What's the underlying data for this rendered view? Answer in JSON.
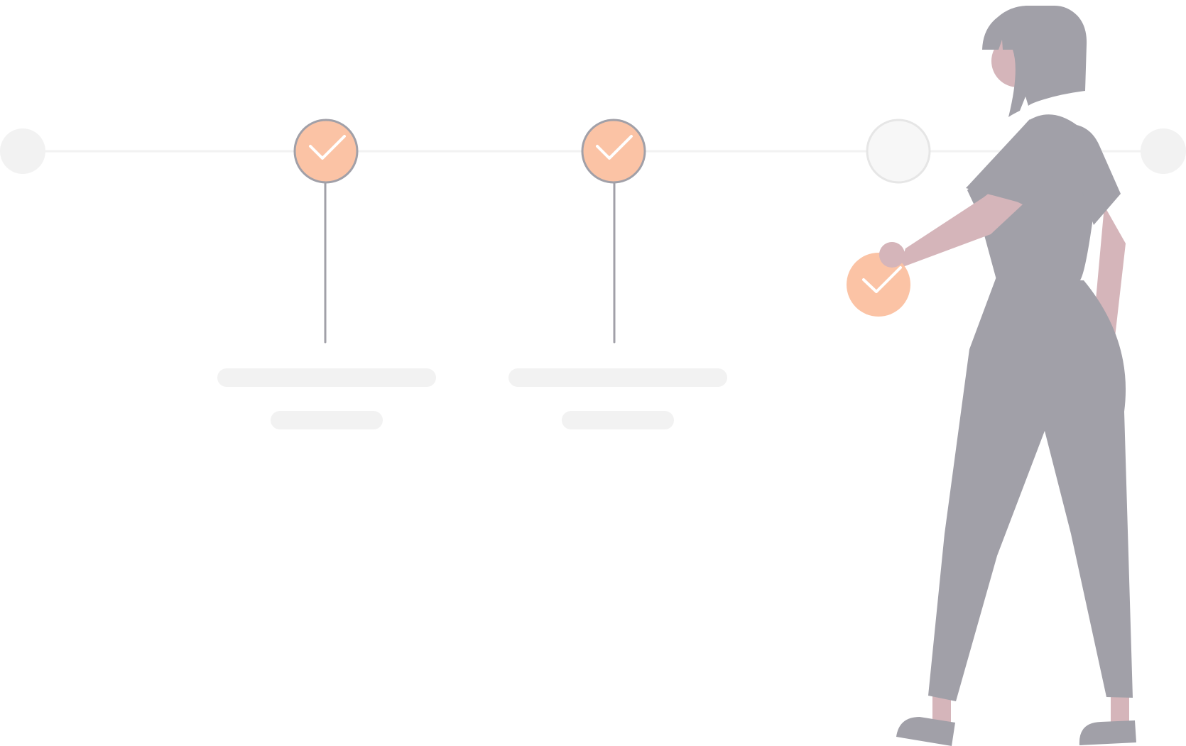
{
  "colors": {
    "track": "#f2f2f2",
    "node_light": "#f2f2f2",
    "node_pending_fill": "#f7f7f7",
    "node_pending_stroke": "#e6e6e6",
    "accent": "#fbc3a5",
    "stem": "#a1a0a8",
    "placeholder_bar": "#f2f2f2",
    "check_mark": "#ffffff",
    "person_skin": "#d5b5ba",
    "person_clothes": "#a1a0a8"
  },
  "icons": {
    "completed": "check-icon",
    "held": "check-icon"
  },
  "timeline": {
    "steps": [
      {
        "state": "start"
      },
      {
        "state": "completed"
      },
      {
        "state": "completed"
      },
      {
        "state": "pending"
      },
      {
        "state": "end"
      }
    ]
  }
}
